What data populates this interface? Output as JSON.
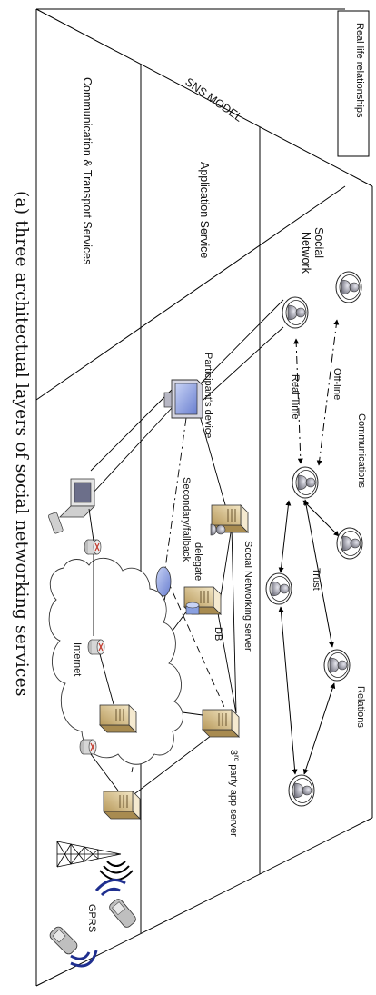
{
  "diagram": {
    "box_label": "Real life relationships",
    "model_title": "SNS MODEL",
    "layers": {
      "social": "Social\nNetwork",
      "application": "Application Service",
      "transport": "Communication & Transport Services"
    },
    "sections": {
      "communications": "Communications",
      "relations": "Relations"
    },
    "links": {
      "offline": "Off-line",
      "realtime": "Real Time",
      "trust": "Trust"
    },
    "nodes": {
      "participant_device": "Participant's device",
      "sns_server": "Social Networking server",
      "delegate": "delegate",
      "db": "DB",
      "secondary": "Secondary/fallback",
      "third_party_main": "3",
      "third_party_sup": "rd",
      "third_party_rest": " party app server",
      "internet": "Internet",
      "gprs": "GPRS"
    },
    "caption": "(a) three architectual layers of social networking services"
  }
}
